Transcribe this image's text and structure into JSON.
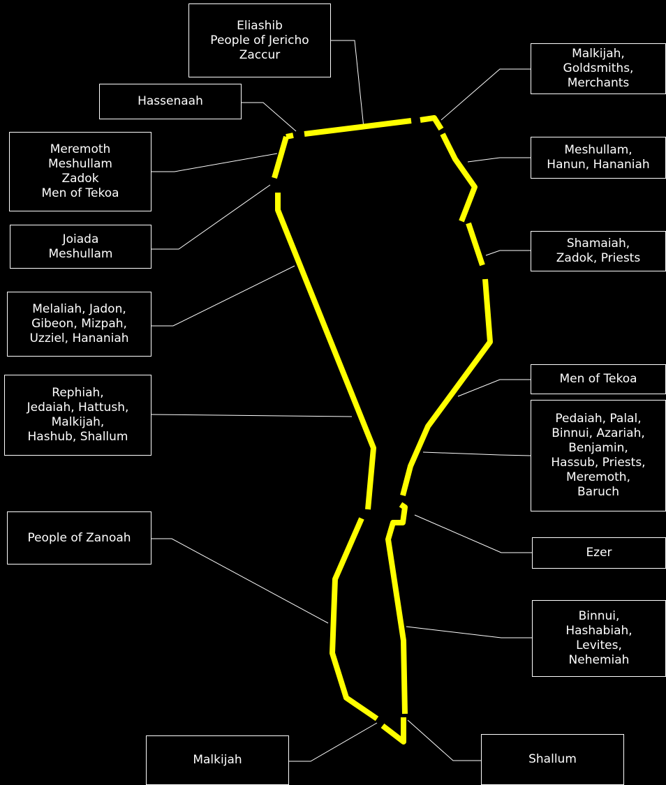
{
  "colors": {
    "background": "#000000",
    "wall": "#ffff00",
    "connector": "#ffffff",
    "label_text": "#ffffff"
  },
  "labels": {
    "eliashib": [
      "Eliashib",
      "People of Jericho",
      "Zaccur"
    ],
    "hassenaah": [
      "Hassenaah"
    ],
    "meremoth_west": [
      "Meremoth",
      "Meshullam",
      "Zadok",
      "Men of Tekoa"
    ],
    "joiada": [
      "Joiada",
      "Meshullam"
    ],
    "melatiah": [
      "Melaliah, Jadon,",
      "Gibeon, Mizpah,",
      "Uzziel, Hananiah"
    ],
    "rephaiah": [
      "Rephiah,",
      "Jedaiah, Hattush,",
      "Malkijah,",
      "Hashub, Shallum"
    ],
    "zanoah": [
      "People of Zanoah"
    ],
    "malkijah_south": [
      "Malkijah"
    ],
    "shallum": [
      "Shallum"
    ],
    "malkijah_north": [
      "Malkijah,",
      "Goldsmiths,",
      "Merchants"
    ],
    "meshullam_east": [
      "Meshullam,",
      "Hanun, Hananiah"
    ],
    "shemaiah": [
      "Shamaiah,",
      "Zadok, Priests"
    ],
    "men_of_tekoa": [
      "Men of Tekoa"
    ],
    "pedaiah": [
      "Pedaiah, Palal,",
      "Binnui, Azariah,",
      "Benjamin,",
      "Hassub, Priests,",
      "Meremoth,",
      "Baruch"
    ],
    "ezer": [
      "Ezer"
    ],
    "binnui": [
      "Binnui,",
      "Hashabiah,",
      "Levites,",
      "Nehemiah"
    ]
  }
}
